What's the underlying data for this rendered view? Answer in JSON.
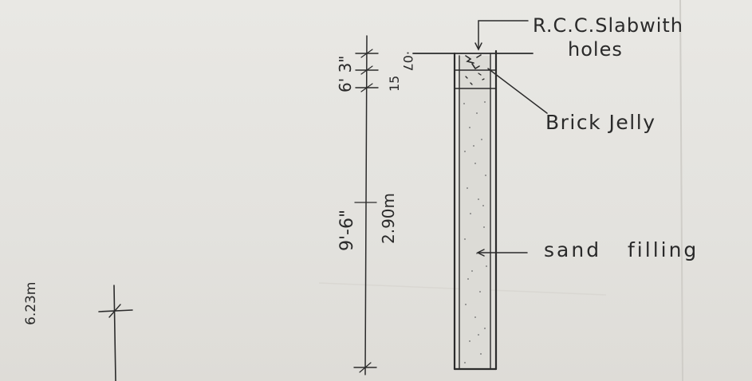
{
  "labels": {
    "slab_line1": "R.C.C.Slabwith",
    "slab_line2": "holes",
    "brick_jelly": "Brick Jelly",
    "sand_filling": "sand filling"
  },
  "dimensions": {
    "top_imperial": "6' 3\"",
    "top_metric_1": "·07",
    "top_metric_2": "15",
    "middle_imperial": "9'-6\"",
    "middle_metric": "2.90m",
    "left_metric": "6.23m"
  },
  "colors": {
    "paper": "#e6e5e1",
    "ink": "#2b2b2b"
  }
}
